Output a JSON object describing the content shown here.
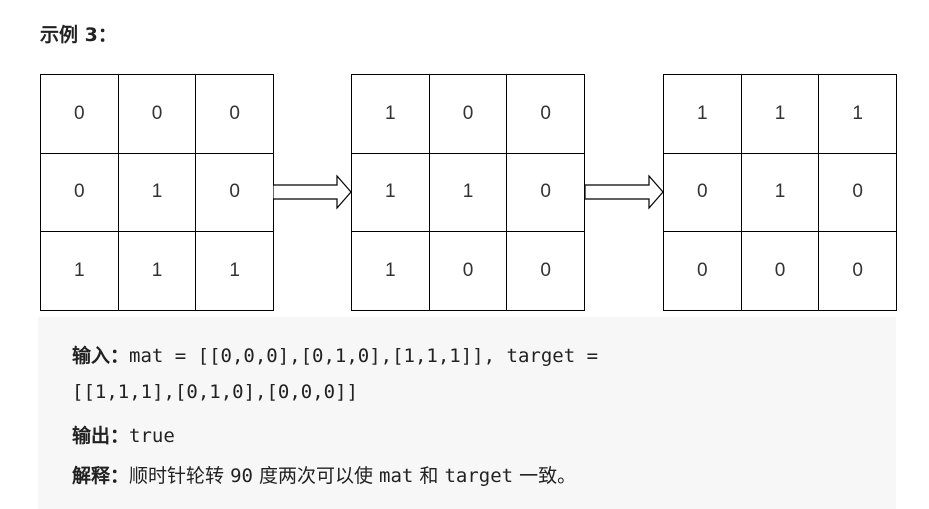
{
  "heading": "示例 3：",
  "grids": [
    [
      [
        "0",
        "0",
        "0"
      ],
      [
        "0",
        "1",
        "0"
      ],
      [
        "1",
        "1",
        "1"
      ]
    ],
    [
      [
        "1",
        "0",
        "0"
      ],
      [
        "1",
        "1",
        "0"
      ],
      [
        "1",
        "0",
        "0"
      ]
    ],
    [
      [
        "1",
        "1",
        "1"
      ],
      [
        "0",
        "1",
        "0"
      ],
      [
        "0",
        "0",
        "0"
      ]
    ]
  ],
  "example": {
    "input_label": "输入：",
    "input_value_line1": "mat = [[0,0,0],[0,1,0],[1,1,1]], target =",
    "input_value_line2": "[[1,1,1],[0,1,0],[0,0,0]]",
    "output_label": "输出：",
    "output_value": "true",
    "explanation_label": "解释：",
    "explanation_part1": "顺时针轮转 ",
    "explanation_num": "90",
    "explanation_part2": " 度两次可以使 ",
    "explanation_mat": "mat",
    "explanation_part3": " 和 ",
    "explanation_target": "target",
    "explanation_part4": " 一致。"
  }
}
